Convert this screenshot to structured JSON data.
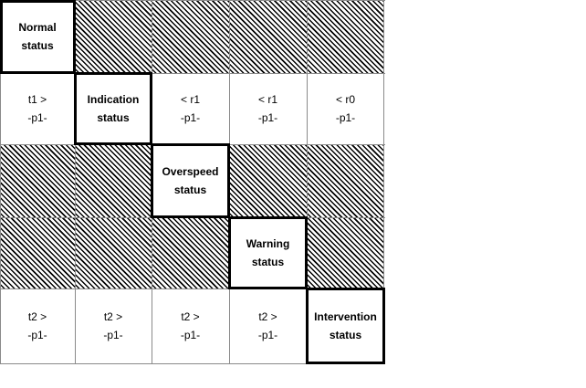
{
  "matrix": {
    "states": [
      {
        "line1": "Normal",
        "line2": "status"
      },
      {
        "line1": "Indication",
        "line2": "status"
      },
      {
        "line1": "Overspeed",
        "line2": "status"
      },
      {
        "line1": "Warning",
        "line2": "status"
      },
      {
        "line1": "Intervention",
        "line2": "status"
      }
    ],
    "rows": [
      [
        "state",
        "hatch",
        "hatch",
        "hatch",
        "hatch"
      ],
      [
        {
          "condition": "t1 >",
          "priority": "-p1-"
        },
        "state",
        {
          "condition": "< r1",
          "priority": "-p1-"
        },
        {
          "condition": "< r1",
          "priority": "-p1-"
        },
        {
          "condition": "< r0",
          "priority": "-p1-"
        }
      ],
      [
        "hatch",
        "hatch",
        "state",
        "hatch",
        "hatch"
      ],
      [
        "hatch",
        "hatch",
        "hatch",
        "state",
        "hatch"
      ],
      [
        {
          "condition": "t2 >",
          "priority": "-p1-"
        },
        {
          "condition": "t2 >",
          "priority": "-p1-"
        },
        {
          "condition": "t2 >",
          "priority": "-p1-"
        },
        {
          "condition": "t2 >",
          "priority": "-p1-"
        },
        "state"
      ]
    ]
  }
}
